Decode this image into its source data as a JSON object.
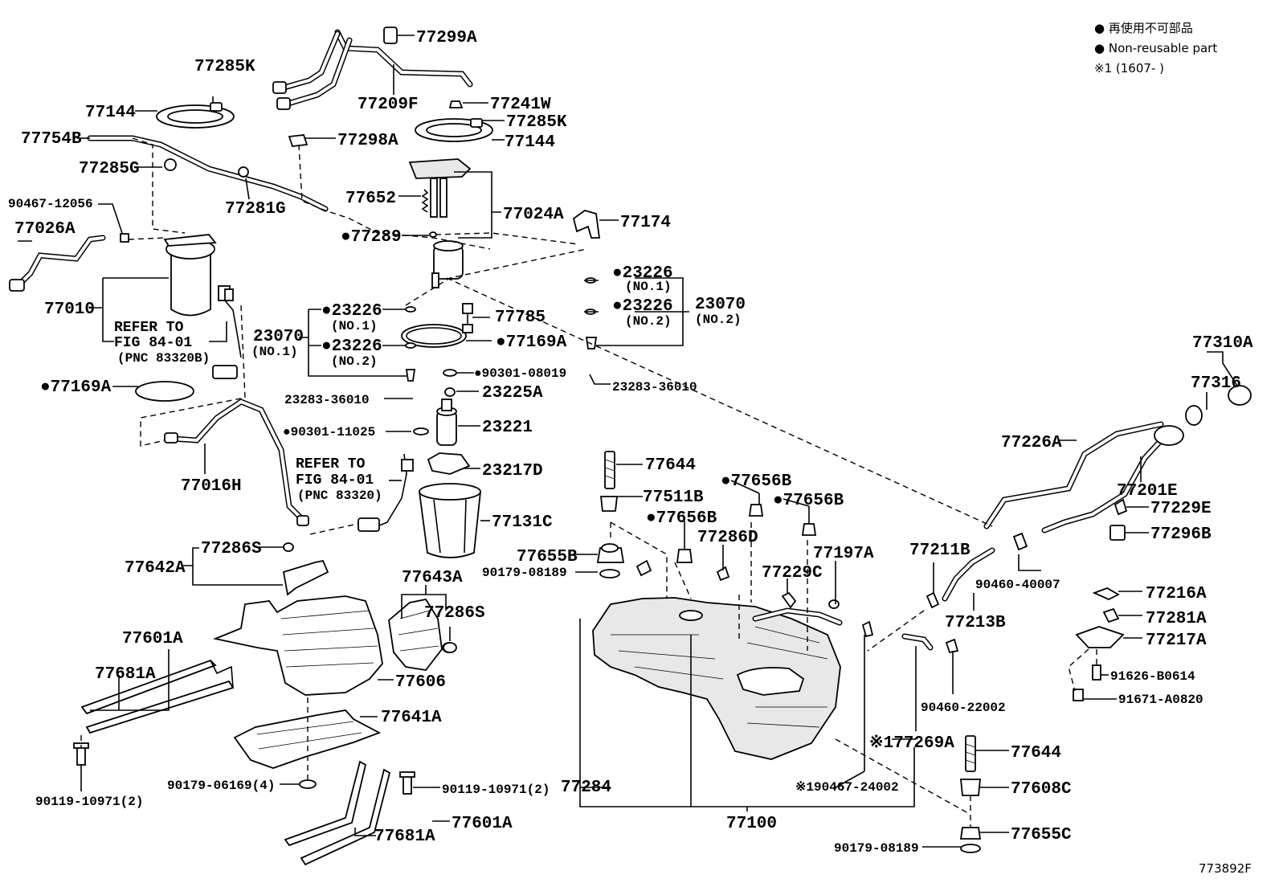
{
  "legend": {
    "line1": "● 再使用不可部品",
    "line2": "● Non-reusable part",
    "line3": "※1 (1607-      )"
  },
  "figure_id": "773892F",
  "labels": {
    "p77299A": "77299A",
    "p77285K_a": "77285K",
    "p77144_a": "77144",
    "p77209F": "77209F",
    "p77241W": "77241W",
    "p77285K_b": "77285K",
    "p77144_b": "77144",
    "p77754B": "77754B",
    "p77298A": "77298A",
    "p77285G": "77285G",
    "p77281G": "77281G",
    "p90467_12056": "90467-12056",
    "p77652": "77652",
    "p77024A": "77024A",
    "p77026A": "77026A",
    "p77174": "77174",
    "p77289": "●77289",
    "p23226_r1": "●23226",
    "p23226_r1_no": "(NO.1)",
    "p23226_r2": "●23226",
    "p23226_r2_no": "(NO.2)",
    "p23070_r": "23070",
    "p23070_r_no": "(NO.2)",
    "p77010": "77010",
    "p23226_l1": "●23226",
    "p23226_l1_no": "(NO.1)",
    "p23226_l2": "●23226",
    "p23226_l2_no": "(NO.2)",
    "p23070_l": "23070",
    "p23070_l_no": "(NO.1)",
    "p77785": "77785",
    "p77169A_a": "●77169A",
    "ref1_line1": "REFER TO",
    "ref1_line2": "FIG 84-01",
    "ref1_line3": "(PNC 83320B)",
    "p90301_08019": "●90301-08019",
    "p23283_r": "23283-36010",
    "p77310A": "77310A",
    "p77169A_b": "●77169A",
    "p23225A": "23225A",
    "p77316": "77316",
    "p23283_l": "23283-36010",
    "p90301_11025": "●90301-11025",
    "p23221": "23221",
    "p77226A": "77226A",
    "ref2_line1": "REFER TO",
    "ref2_line2": "FIG 84-01",
    "ref2_line3": "(PNC 83320)",
    "p23217D": "23217D",
    "p77016H": "77016H",
    "p77644_a": "77644",
    "p77656B_a": "●77656B",
    "p77201E": "77201E",
    "p77511B": "77511B",
    "p77656B_b": "●77656B",
    "p77229E": "77229E",
    "p77131C": "77131C",
    "p77656B_c": "●77656B",
    "p77296B": "77296B",
    "p77286S_a": "77286S",
    "p77642A": "77642A",
    "p77286D": "77286D",
    "p77211B": "77211B",
    "p77655B": "77655B",
    "p77197A": "77197A",
    "p77643A": "77643A",
    "p90179_08189_a": "90179-08189",
    "p77229C": "77229C",
    "p90460_40007": "90460-40007",
    "p77216A": "77216A",
    "p77286S_b": "77286S",
    "p77213B": "77213B",
    "p77281A": "77281A",
    "p77601A_a": "77601A",
    "p77217A": "77217A",
    "p77681A_a": "77681A",
    "p77606": "77606",
    "p91626": "91626-B0614",
    "p91671": "91671-A0820",
    "p90460_22002": "90460-22002",
    "p77641A": "77641A",
    "p77269A": "※177269A",
    "p77644_b": "77644",
    "p90179_06169": "90179-06169(4)",
    "p77284": "77284",
    "p90467_24002": "※190467-24002",
    "p77608C": "77608C",
    "p90119_a": "90119-10971(2)",
    "p90119_b": "90119-10971(2)",
    "p77601A_b": "77601A",
    "p77100": "77100",
    "p77655C": "77655C",
    "p77681A_b": "77681A",
    "p90179_08189_b": "90179-08189"
  }
}
